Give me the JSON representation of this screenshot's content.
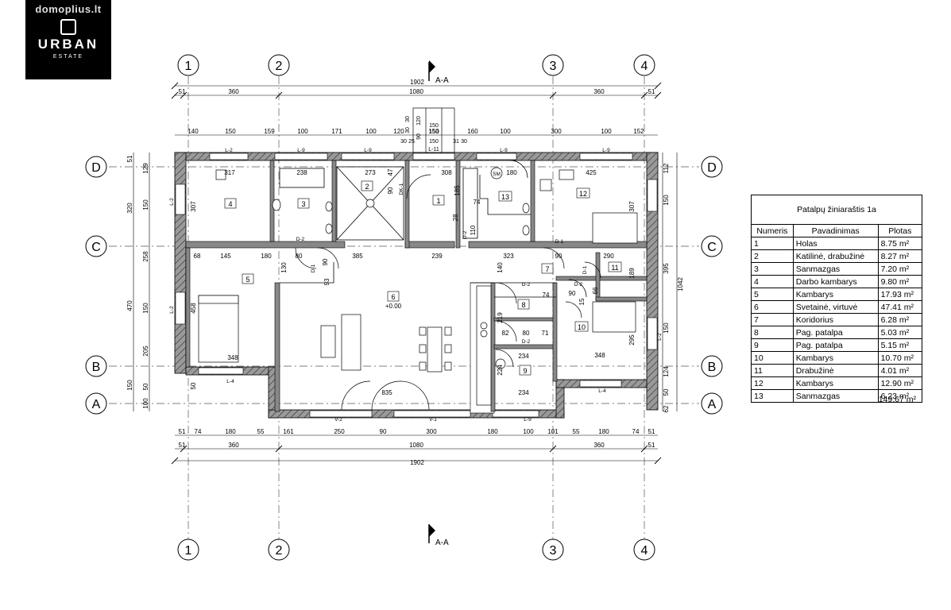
{
  "logo": {
    "site": "domoplius.lt",
    "brand": "URBAN",
    "sub": "ESTATE"
  },
  "section_label": "A-A",
  "grid": {
    "columns": [
      "1",
      "2",
      "3",
      "4"
    ],
    "rows": [
      "D",
      "C",
      "B",
      "A"
    ]
  },
  "dims": {
    "top1": [
      "51",
      "360",
      "1080",
      "360",
      "51"
    ],
    "top_total": "1902",
    "top2": [
      "140",
      "150",
      "159",
      "100",
      "171",
      "100",
      "120",
      "150",
      "160",
      "100",
      "300",
      "100",
      "152"
    ],
    "top_small": [
      "30",
      "25",
      "150",
      "31",
      "30",
      "120",
      "150",
      "90",
      "30",
      "30"
    ],
    "bot2": [
      "51",
      "74",
      "180",
      "55",
      "161",
      "250",
      "90",
      "300",
      "180",
      "100",
      "101",
      "55",
      "180",
      "74",
      "51"
    ],
    "bot1": [
      "51",
      "360",
      "1080",
      "360",
      "51"
    ],
    "bot_total": "1902",
    "left": [
      "51",
      "129",
      "320",
      "150",
      "258",
      "470",
      "150",
      "205",
      "150",
      "50",
      "100"
    ],
    "right": [
      "112",
      "150",
      "395",
      "1042",
      "150",
      "124",
      "50",
      "62"
    ]
  },
  "rooms": [
    {
      "num": "1"
    },
    {
      "num": "2"
    },
    {
      "num": "3"
    },
    {
      "num": "4"
    },
    {
      "num": "5"
    },
    {
      "num": "6",
      "elev": "+0.00"
    },
    {
      "num": "7"
    },
    {
      "num": "8"
    },
    {
      "num": "9"
    },
    {
      "num": "10"
    },
    {
      "num": "11"
    },
    {
      "num": "12"
    },
    {
      "num": "13"
    }
  ],
  "inner_dims": [
    "317",
    "238",
    "273",
    "308",
    "180",
    "425",
    "307",
    "307",
    "68",
    "145",
    "180",
    "80",
    "385",
    "239",
    "323",
    "90",
    "290",
    "458",
    "348",
    "219",
    "234",
    "234",
    "348",
    "835",
    "140",
    "189",
    "82",
    "80",
    "71",
    "74",
    "90",
    "185",
    "74",
    "110",
    "28",
    "47",
    "90",
    "130",
    "93",
    "90",
    "66",
    "15",
    "295",
    "224",
    "50"
  ],
  "labels": [
    "L-2",
    "L-9",
    "L-9",
    "L-11",
    "L-9",
    "L-9",
    "L-2",
    "L-2",
    "L-2",
    "L-4",
    "L-4",
    "L-9",
    "V-2",
    "V-1",
    "D-2",
    "D-1",
    "D-2",
    "D-2",
    "D-2",
    "D-1",
    "D-2",
    "DK-1",
    "D-1",
    "SM"
  ],
  "schedule": {
    "title": "Patalpų žiniaraštis 1a",
    "headers": [
      "Numeris",
      "Pavadinimas",
      "Plotas"
    ],
    "rows": [
      [
        "1",
        "Holas",
        "8.75 m²"
      ],
      [
        "2",
        "Katilinė, drabužinė",
        "8.27 m²"
      ],
      [
        "3",
        "Sanmazgas",
        "7.20 m²"
      ],
      [
        "4",
        "Darbo kambarys",
        "9.80 m²"
      ],
      [
        "5",
        "Kambarys",
        "17.93 m²"
      ],
      [
        "6",
        "Svetainė, virtuvė",
        "47.41 m²"
      ],
      [
        "7",
        "Koridorius",
        "6.28 m²"
      ],
      [
        "8",
        "Pag. patalpa",
        "5.03 m²"
      ],
      [
        "9",
        "Pag. patalpa",
        "5.15 m²"
      ],
      [
        "10",
        "Kambarys",
        "10.70 m²"
      ],
      [
        "11",
        "Drabužinė",
        "4.01 m²"
      ],
      [
        "12",
        "Kambarys",
        "12.90 m²"
      ],
      [
        "13",
        "Sanmazgas",
        "6.23 m²"
      ]
    ],
    "total": "149.67 m²"
  }
}
